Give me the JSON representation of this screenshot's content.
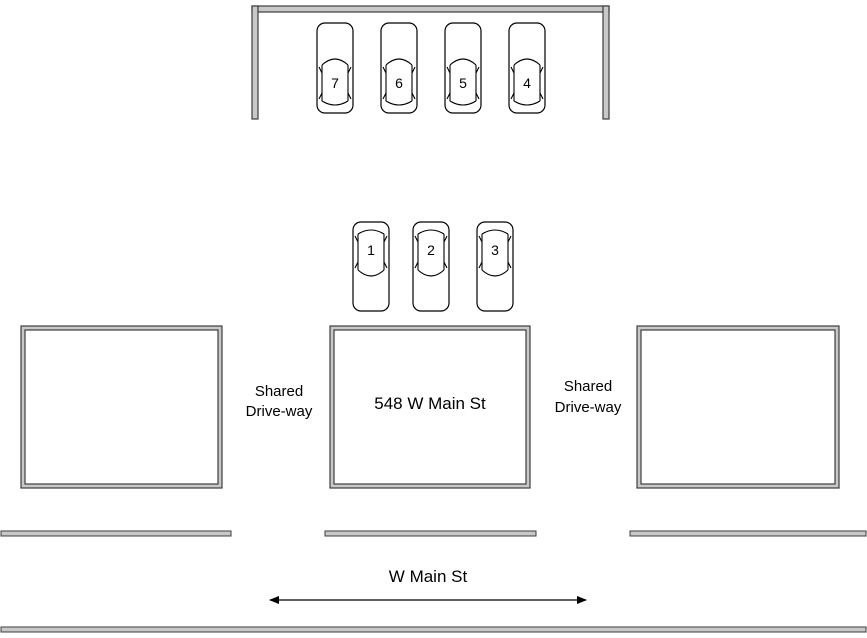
{
  "garage_cars": [
    "7",
    "6",
    "5",
    "4"
  ],
  "driveway_cars": [
    "1",
    "2",
    "3"
  ],
  "house_center_label": "548 W Main St",
  "driveway_left": {
    "line1": "Shared",
    "line2": "Drive-way"
  },
  "driveway_right": {
    "line1": "Shared",
    "line2": "Drive-way"
  },
  "street_label": "W Main St",
  "colors": {
    "wall_fill": "#c8c8c8",
    "outline": "#3c3c3c",
    "car_stroke": "#000000"
  }
}
